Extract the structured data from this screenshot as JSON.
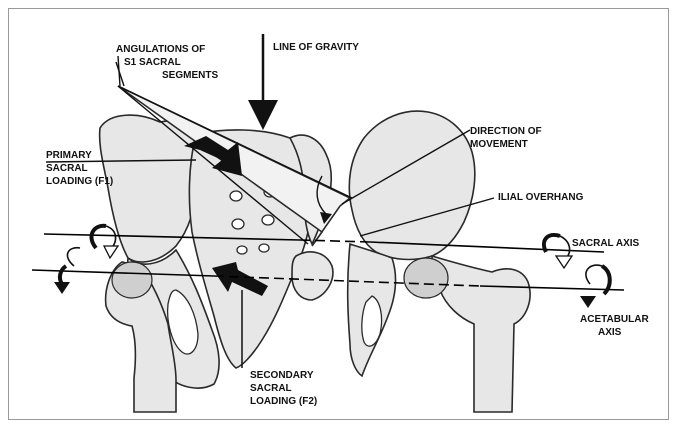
{
  "labels": {
    "angulations_1": "ANGULATIONS OF",
    "angulations_2": "S1 SACRAL",
    "angulations_3": "SEGMENTS",
    "line_of_gravity": "LINE OF GRAVITY",
    "direction_1": "DIRECTION OF",
    "direction_2": "MOVEMENT",
    "primary_1": "PRIMARY",
    "primary_2": "SACRAL",
    "primary_3": "LOADING (F1)",
    "ilial_overhang": "ILIAL OVERHANG",
    "sacral_axis": "SACRAL AXIS",
    "acetabular_1": "ACETABULAR",
    "acetabular_2": "AXIS",
    "secondary_1": "SECONDARY",
    "secondary_2": "SACRAL",
    "secondary_3": "LOADING (F2)"
  },
  "colors": {
    "ink": "#111111",
    "bone_fill": "#e7e7e7",
    "frame_border": "#9a9a9a"
  }
}
